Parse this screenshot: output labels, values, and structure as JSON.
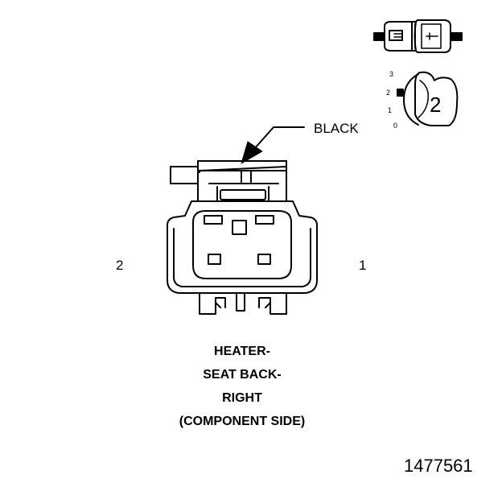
{
  "connector": {
    "color_label": "BLACK",
    "pin_left": "2",
    "pin_right": "1",
    "title_lines": [
      "HEATER-",
      "SEAT BACK-",
      "RIGHT",
      "(COMPONENT SIDE)"
    ]
  },
  "view_indicator": {
    "scale_ticks": [
      "3",
      "2",
      "1",
      "0"
    ],
    "dial_number": "2"
  },
  "figure_number": "1477561"
}
